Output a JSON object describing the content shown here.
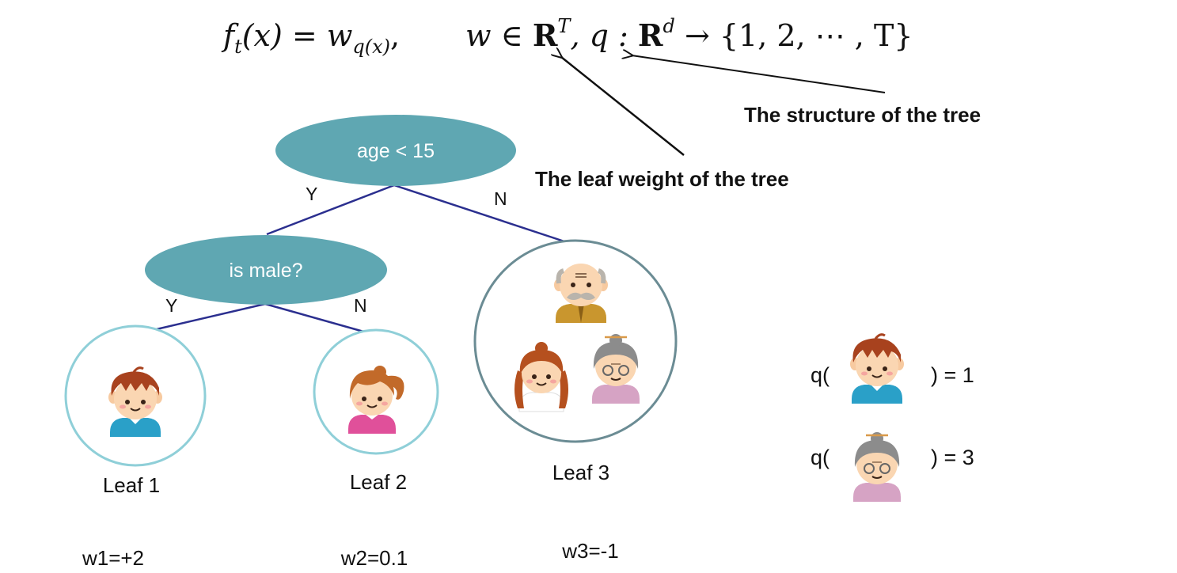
{
  "formula": {
    "lhs_f": "f",
    "lhs_sub": "t",
    "lhs_arg": "(x) = w",
    "lhs_wsub": "q(x)",
    "comma1": ",",
    "w_in": "w ∈ ",
    "R1": "R",
    "T_sup": "T",
    "q_part": ", q : ",
    "R2": "R",
    "d_sup": "d",
    "arrow_set": " → {1, 2, ⋯ , T}"
  },
  "annotations": {
    "structure": "The structure of the tree",
    "leaf_weight": "The leaf weight of the tree"
  },
  "tree": {
    "root": {
      "label": "age < 15",
      "yes": "Y",
      "no": "N"
    },
    "child": {
      "label": "is male?",
      "yes": "Y",
      "no": "N"
    },
    "leaves": [
      {
        "label": "Leaf 1",
        "weight": "w1=+2"
      },
      {
        "label": "Leaf 2",
        "weight": "w2=0.1"
      },
      {
        "label": "Leaf 3",
        "weight": "w3=-1"
      }
    ]
  },
  "examples": [
    {
      "prefix": "q(",
      "suffix": ") = 1",
      "person": "boy"
    },
    {
      "prefix": "q(",
      "suffix": ") = 3",
      "person": "grandmother"
    }
  ],
  "colors": {
    "node_fill": "#5fa7b2",
    "edge": "#2b2f8f",
    "leaf_circle_light": "#8fcfd8",
    "leaf_circle_dark": "#6b8c94"
  }
}
